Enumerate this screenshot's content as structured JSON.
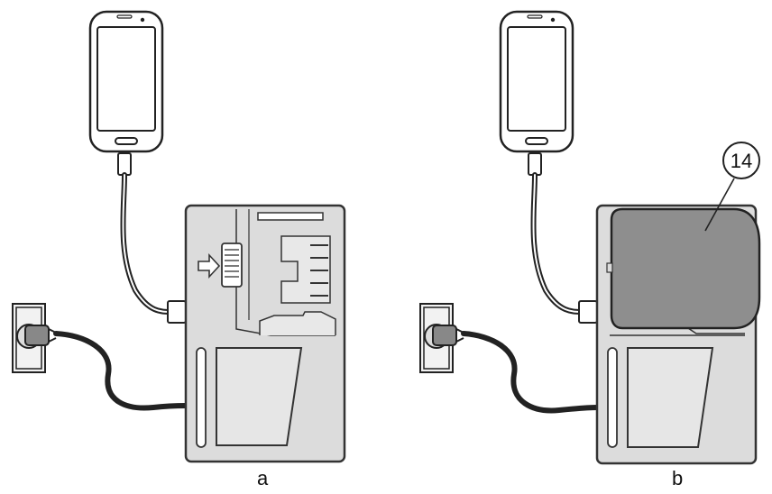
{
  "panels": [
    {
      "id": "a",
      "label": "a"
    },
    {
      "id": "b",
      "label": "b"
    }
  ],
  "callout": {
    "number": "14"
  }
}
